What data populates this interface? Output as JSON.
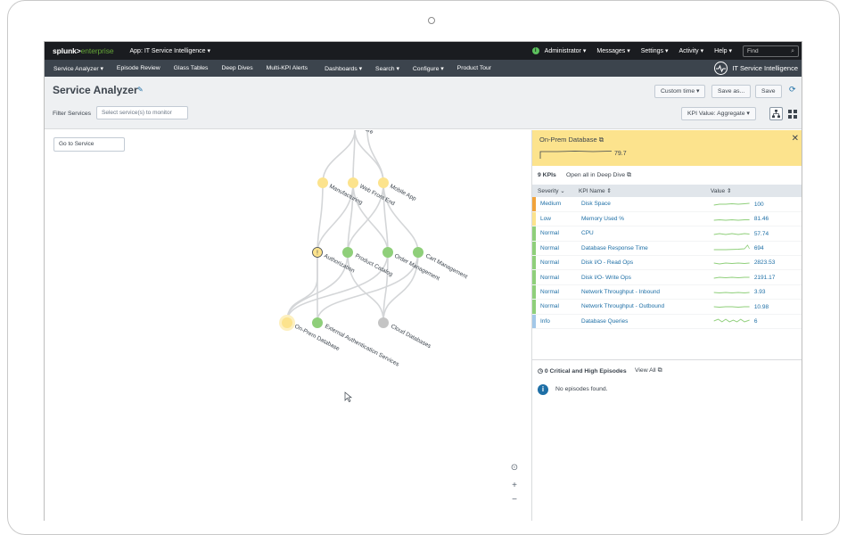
{
  "topbar": {
    "logo_main": "splunk>",
    "logo_sub": "enterprise",
    "app": "App: IT Service Intelligence ▾",
    "user": "Administrator ▾",
    "messages": "Messages ▾",
    "settings": "Settings ▾",
    "activity": "Activity ▾",
    "help": "Help ▾",
    "find_placeholder": "Find"
  },
  "nav": {
    "items": [
      "Service Analyzer ▾",
      "Episode Review",
      "Glass Tables",
      "Deep Dives",
      "Multi-KPI Alerts",
      "Dashboards ▾",
      "Search ▾",
      "Configure ▾",
      "Product Tour"
    ],
    "brand": "IT Service Intelligence"
  },
  "title": {
    "page_title": "Service Analyzer",
    "custom_time": "Custom time ▾",
    "save_as": "Save as...",
    "save": "Save",
    "filter_label": "Filter Services",
    "filter_placeholder": "Select service(s) to monitor",
    "kpi_value": "KPI Value: Aggregate ▾"
  },
  "graph": {
    "goto": "Go to Service",
    "nodes": [
      {
        "label": "ure",
        "color": "#fce38d"
      },
      {
        "label": "Manufacturing",
        "color": "#fce38d"
      },
      {
        "label": "Web Front End",
        "color": "#fce38d"
      },
      {
        "label": "Mobile App",
        "color": "#fce38d"
      },
      {
        "label": "Authorization",
        "color": "#fce38d"
      },
      {
        "label": "Product Catalog",
        "color": "#8fcf7a"
      },
      {
        "label": "Order Management",
        "color": "#8fcf7a"
      },
      {
        "label": "Cart Management",
        "color": "#8fcf7a"
      },
      {
        "label": "On-Prem Database",
        "color": "#fce38d"
      },
      {
        "label": "External Authentication Services",
        "color": "#8fcf7a"
      },
      {
        "label": "Cloud Databases",
        "color": "#c4c4c4"
      }
    ],
    "zoom_in": "+",
    "zoom_out": "−"
  },
  "panel": {
    "title": "On-Prem Database",
    "value": "79.7",
    "kpi_count": "9 KPIs",
    "deep_dive": "Open all in Deep Dive",
    "columns": [
      "Severity",
      "KPI Name",
      "Value"
    ],
    "rows": [
      {
        "severity": "Medium",
        "name": "Disk Space",
        "value": "100",
        "color": "#f1a33b"
      },
      {
        "severity": "Low",
        "name": "Memory Used %",
        "value": "81.46",
        "color": "#fce38d"
      },
      {
        "severity": "Normal",
        "name": "CPU",
        "value": "57.74",
        "color": "#8fcf7a"
      },
      {
        "severity": "Normal",
        "name": "Database Response Time",
        "value": "694",
        "color": "#8fcf7a"
      },
      {
        "severity": "Normal",
        "name": "Disk I/O - Read Ops",
        "value": "2823.53",
        "color": "#8fcf7a"
      },
      {
        "severity": "Normal",
        "name": "Disk I/O- Write Ops",
        "value": "2191.17",
        "color": "#8fcf7a"
      },
      {
        "severity": "Normal",
        "name": "Network Throughput - Inbound",
        "value": "3.93",
        "color": "#8fcf7a"
      },
      {
        "severity": "Normal",
        "name": "Network Throughput - Outbound",
        "value": "10.98",
        "color": "#8fcf7a"
      },
      {
        "severity": "Info",
        "name": "Database Queries",
        "value": "6",
        "color": "#a3c8e8"
      }
    ],
    "episodes_title": "0 Critical and High Episodes",
    "view_all": "View All",
    "no_episodes": "No episodes found."
  }
}
